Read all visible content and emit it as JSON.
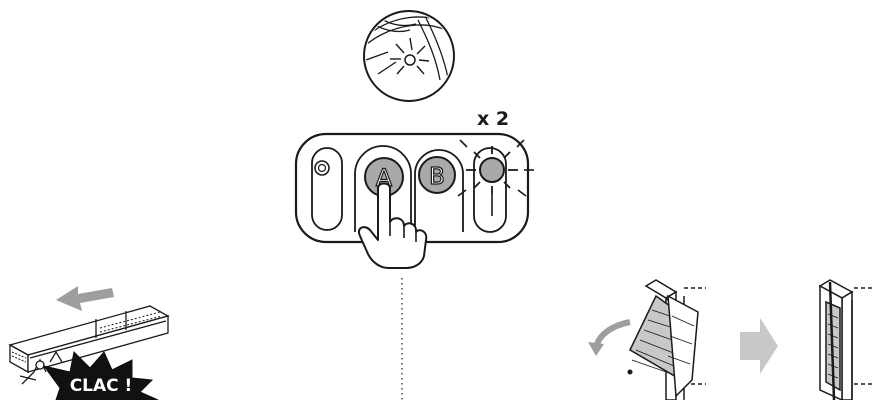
{
  "panel": {
    "button_a": "A",
    "button_b": "B",
    "blink_count": "x 2"
  },
  "burst": {
    "text": "CLAC !"
  },
  "colors": {
    "line": "#1a1a1a",
    "gray_fill": "#a9a9a9",
    "light_gray": "#c8c8c8",
    "arrow_gray": "#9e9e9e",
    "burst_fill": "#111111",
    "burst_text": "#ffffff"
  },
  "icons": {
    "top_circle": "light-bulb-glow-icon",
    "hand": "pressing-hand-icon",
    "led": "blinking-led-icon",
    "push_arrow": "slide-left-arrow-icon",
    "rotate_arrow": "rotate-counterclockwise-arrow-icon",
    "next_arrow": "right-arrow-icon"
  }
}
